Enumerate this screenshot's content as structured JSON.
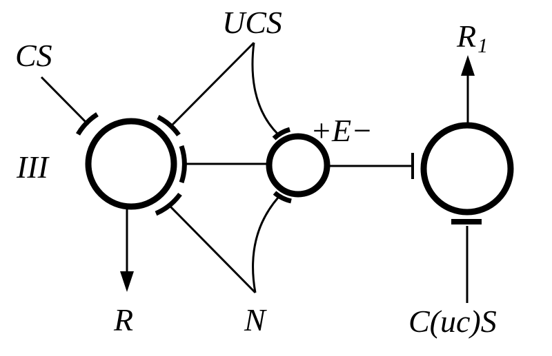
{
  "labels": {
    "cs": "CS",
    "ucs": "UCS",
    "iii": "III",
    "plus_e_minus": "+E−",
    "r1_letter": "R",
    "r1_subscript": "1",
    "r": "R",
    "n": "N",
    "c_uc_s": "C(uc)S"
  },
  "colors": {
    "ink": "#000000",
    "background": "#ffffff"
  }
}
